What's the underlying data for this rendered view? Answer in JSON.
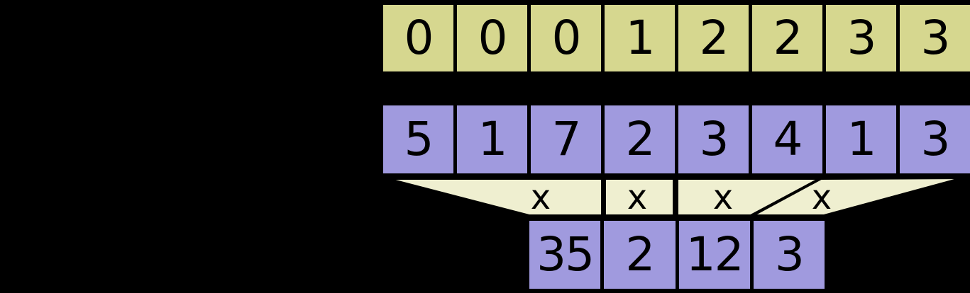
{
  "colors": {
    "background": "#000000",
    "segment_id_cell_fill": "#d6d78f",
    "value_cell_fill": "#a09ade",
    "funnel_fill": "#efefd0",
    "border_and_text": "#000000"
  },
  "segment_ids_row": {
    "cells": [
      "0",
      "0",
      "0",
      "1",
      "2",
      "2",
      "3",
      "3"
    ]
  },
  "values_row": {
    "cells": [
      "5",
      "1",
      "7",
      "2",
      "3",
      "4",
      "1",
      "3"
    ]
  },
  "operators": [
    "x",
    "x",
    "x",
    "x"
  ],
  "results_row": {
    "cells": [
      "35",
      "2",
      "12",
      "3"
    ]
  }
}
